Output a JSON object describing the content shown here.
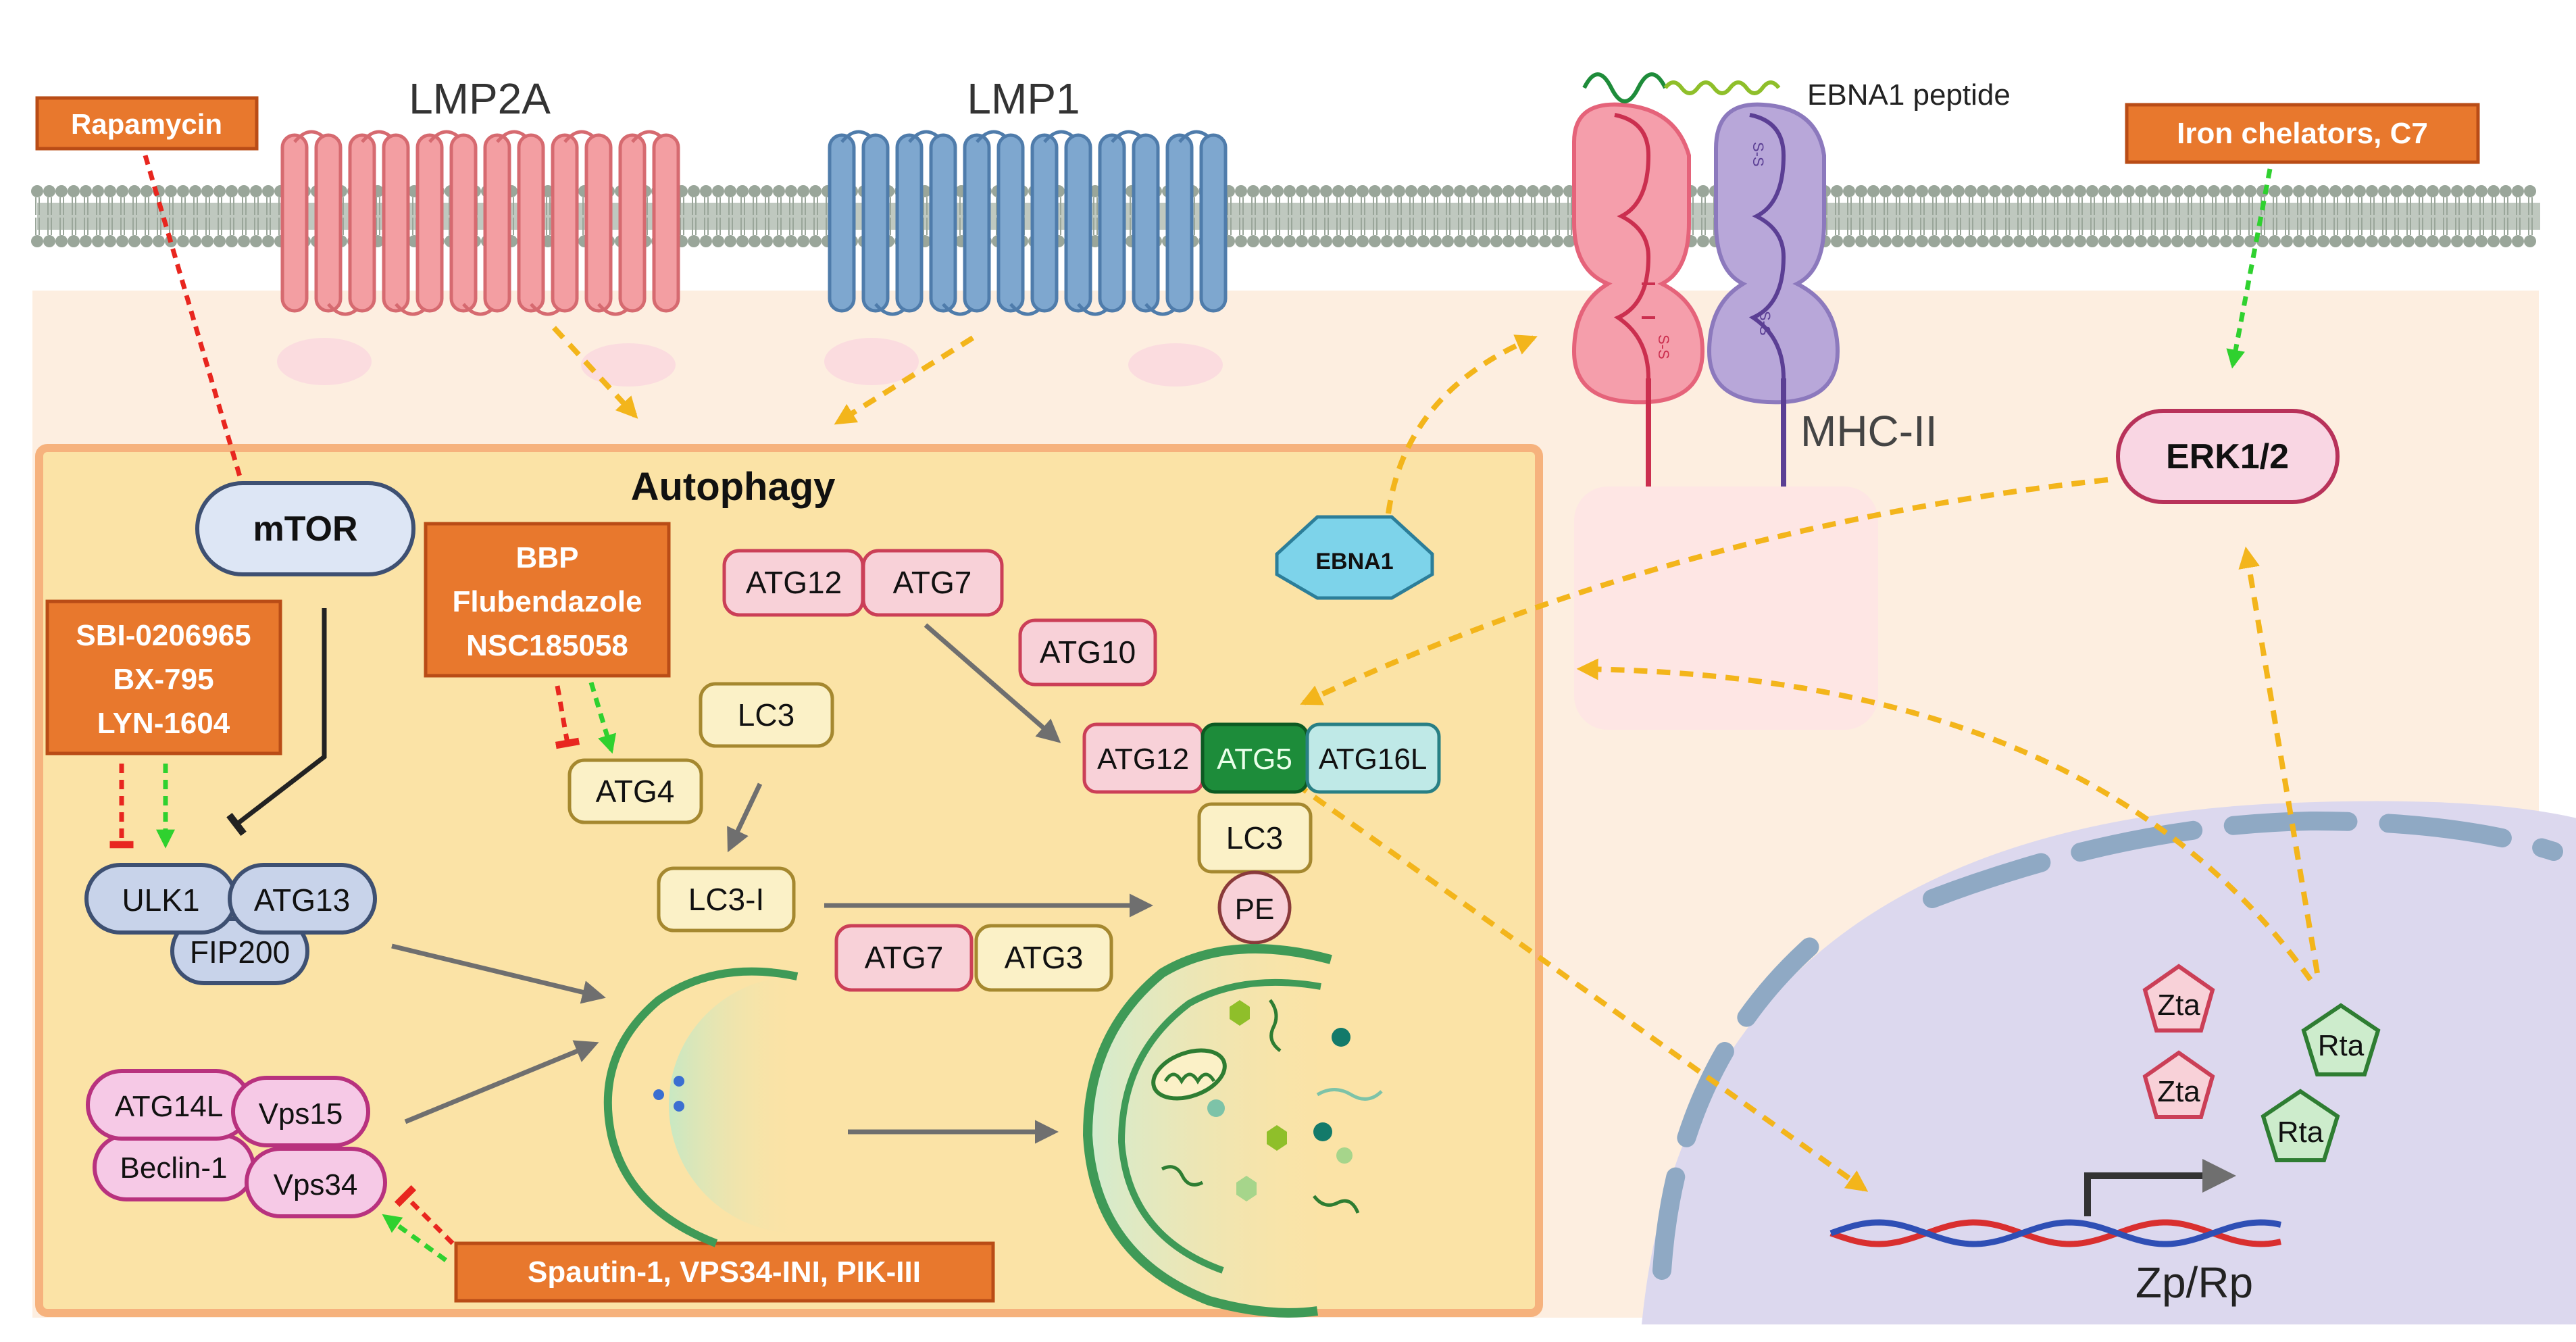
{
  "labels": {
    "lmp2a": "LMP2A",
    "lmp1": "LMP1",
    "ebna1_peptide": "EBNA1 peptide",
    "mhc2": "MHC-II",
    "erk": "ERK1/2",
    "autophagy": "Autophagy",
    "mtor": "mTOR",
    "ebna1": "EBNA1",
    "zp_rp": "Zp/Rp",
    "disulfide": "S-S"
  },
  "drugs": {
    "rapamycin": "Rapamycin",
    "iron": "Iron chelators, C7",
    "ulk_inhib": [
      "SBI-0206965",
      "BX-795",
      "LYN-1604"
    ],
    "atg4_inhib": [
      "BBP",
      "Flubendazole",
      "NSC185058"
    ],
    "vps34_inhib": "Spautin-1, VPS34-INI, PIK-III"
  },
  "proteins": {
    "ulk1": "ULK1",
    "atg13": "ATG13",
    "fip200": "FIP200",
    "atg14l": "ATG14L",
    "vps15": "Vps15",
    "beclin1": "Beclin-1",
    "vps34": "Vps34",
    "atg4": "ATG4",
    "lc3": "LC3",
    "lc3_i": "LC3-I",
    "atg12": "ATG12",
    "atg7": "ATG7",
    "atg10": "ATG10",
    "atg5": "ATG5",
    "atg16l": "ATG16L",
    "lc3_b": "LC3",
    "pe": "PE",
    "atg7_b": "ATG7",
    "atg3": "ATG3",
    "zta": "Zta",
    "rta": "Rta"
  },
  "colors": {
    "cytoplasm": "#fdeee0",
    "autophagy_box": "#fbe3a6",
    "autophagy_border": "#f6b27d",
    "drug_box": "#e8782d",
    "nucleus": "#dcd8ee",
    "pink_protein": "#f8d1d8",
    "pink_border": "#cb3f57",
    "blue_protein": "#c8d3ea",
    "blue_border": "#3e5072",
    "yellow_protein": "#fbf1c7",
    "yellow_border": "#a5882f",
    "atg5": "#1d8c3a",
    "atg16l": "#bfe9e7",
    "lmp2a": "#f39ea2",
    "lmp1": "#7ea7cf",
    "arrow_yellow": "#f3b51b",
    "arrow_green": "#2fd12f",
    "arrow_red": "#e8261f",
    "arrow_gray": "#6f6f6f",
    "dna_red": "#d92f2f",
    "dna_blue": "#2f4fb5"
  }
}
